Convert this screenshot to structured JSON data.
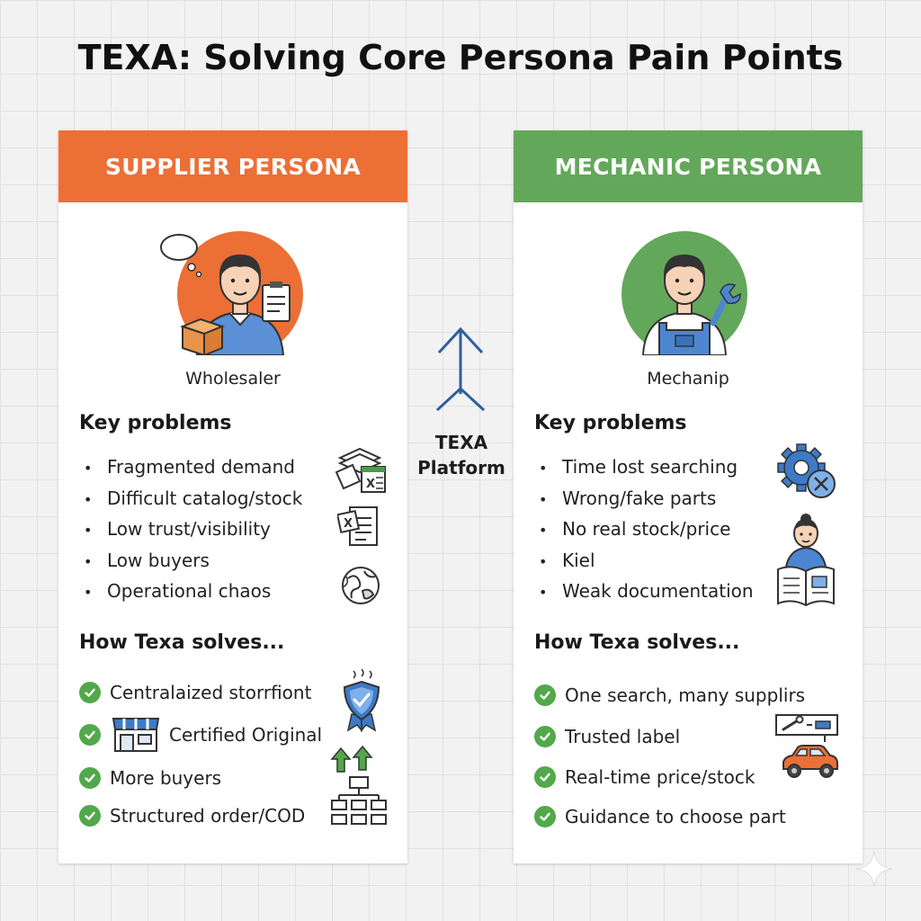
{
  "title": "TEXA: Solving Core Persona Pain Points",
  "center": {
    "line1": "TEXA",
    "line2": "Platform"
  },
  "supplier": {
    "header": "SUPPLIER PERSONA",
    "role": "Wholesaler",
    "problems_title": "Key problems",
    "problems": [
      "Fragmented demand",
      "Difficult catalog/stock",
      "Low trust/visibility",
      "Low buyers",
      "Operational chaos"
    ],
    "solves_title": "How Texa solves...",
    "solutions": [
      "Centralaized storrfiont",
      "Certified Original",
      "More buyers",
      "Structured order/COD"
    ],
    "accent": "#ec6f35"
  },
  "mechanic": {
    "header": "MECHANIC PERSONA",
    "role": "Mechanip",
    "problems_title": "Key problems",
    "problems": [
      "Time lost searching",
      "Wrong/fake parts",
      "No real stock/price",
      "Kiel",
      "Weak documentation"
    ],
    "solves_title": "How Texa solves...",
    "solutions": [
      "One search, many supplirs",
      "Trusted label",
      "Real-time price/stock",
      "Guidance to choose part"
    ],
    "accent": "#63a85a"
  },
  "colors": {
    "check": "#52a84a",
    "icon_blue": "#3d7bc7",
    "arrow": "#2d5fa0"
  }
}
